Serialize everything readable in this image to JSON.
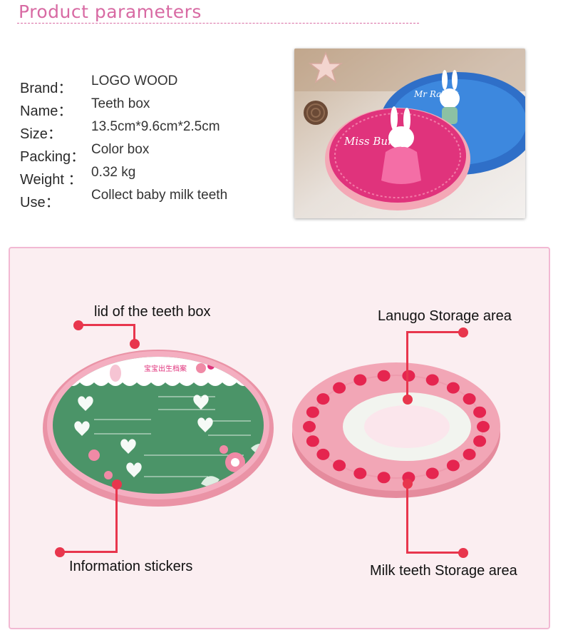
{
  "header": {
    "title": "Product parameters"
  },
  "specs": [
    {
      "label": "Brand：",
      "value": "LOGO WOOD"
    },
    {
      "label": "Name：",
      "value": "Teeth box"
    },
    {
      "label": "Size：",
      "value": "13.5cm*9.6cm*2.5cm"
    },
    {
      "label": "Packing：",
      "value": "Color box"
    },
    {
      "label": "Weight ：",
      "value": "0.32 kg"
    },
    {
      "label": "Use：",
      "value": "Collect baby milk teeth"
    }
  ],
  "photo": {
    "lid_pink_text": "Miss Bunny",
    "lid_blue_text": "Mr Rabbit"
  },
  "diagram": {
    "callouts": {
      "lid": "lid of the teeth box",
      "lanugo": "Lanugo Storage area",
      "stickers": "Information stickers",
      "milk_teeth": "Milk teeth Storage area"
    },
    "sticker_title": "宝宝出生档案"
  },
  "colors": {
    "title": "#d86aa3",
    "accent_red": "#e8364d",
    "panel_bg": "#fbeef1",
    "panel_border": "#f2b9d3",
    "box_pink": "#f0a3b2",
    "sticker_green": "#4b9468",
    "lid_blue": "#2f6fc8",
    "lid_magenta": "#e0337c"
  }
}
